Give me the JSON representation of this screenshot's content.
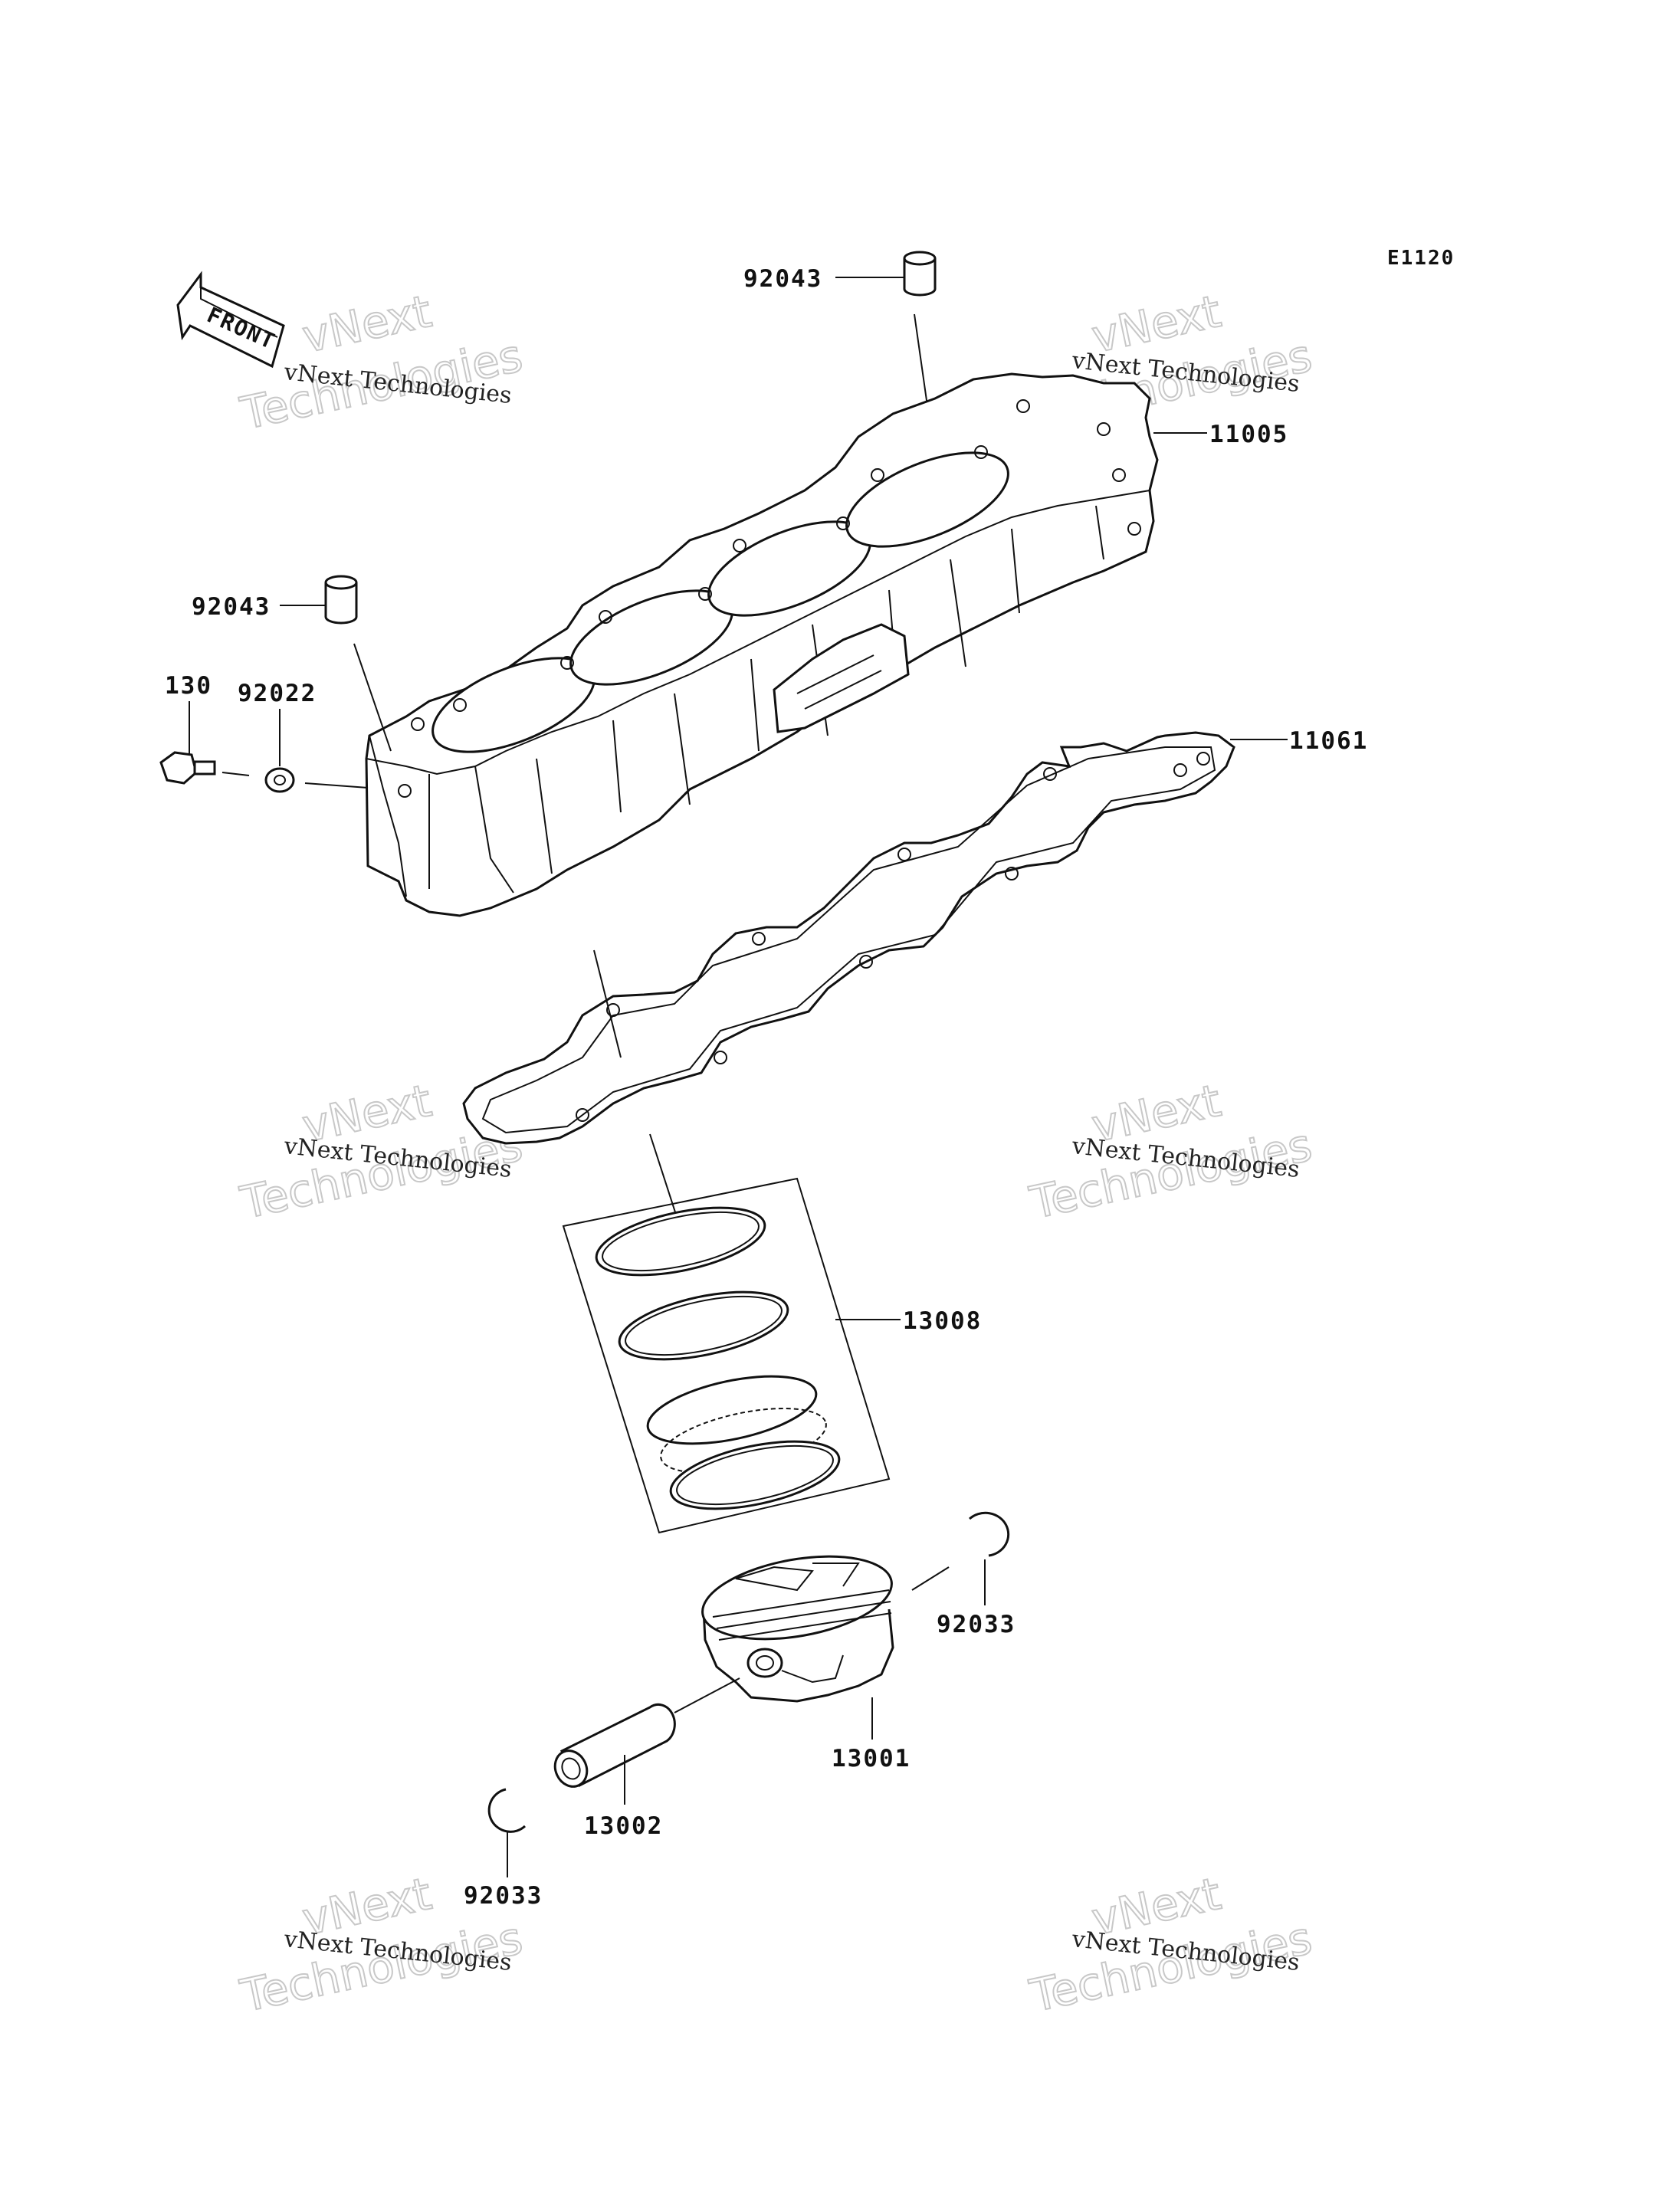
{
  "diagram_code": "E1120",
  "front_label": "FRONT",
  "part_labels": {
    "dowel_pin_top": "92043",
    "cylinder": "11005",
    "dowel_pin_left": "92043",
    "bolt": "130",
    "washer": "92022",
    "gasket": "11061",
    "piston_ring_set": "13008",
    "circlip_right": "92033",
    "piston": "13001",
    "piston_pin": "13002",
    "circlip_left": "92033"
  },
  "watermarks": {
    "company_small": "vNext Technologies",
    "brand_top": "vNext",
    "brand_bottom": "Technologies"
  }
}
